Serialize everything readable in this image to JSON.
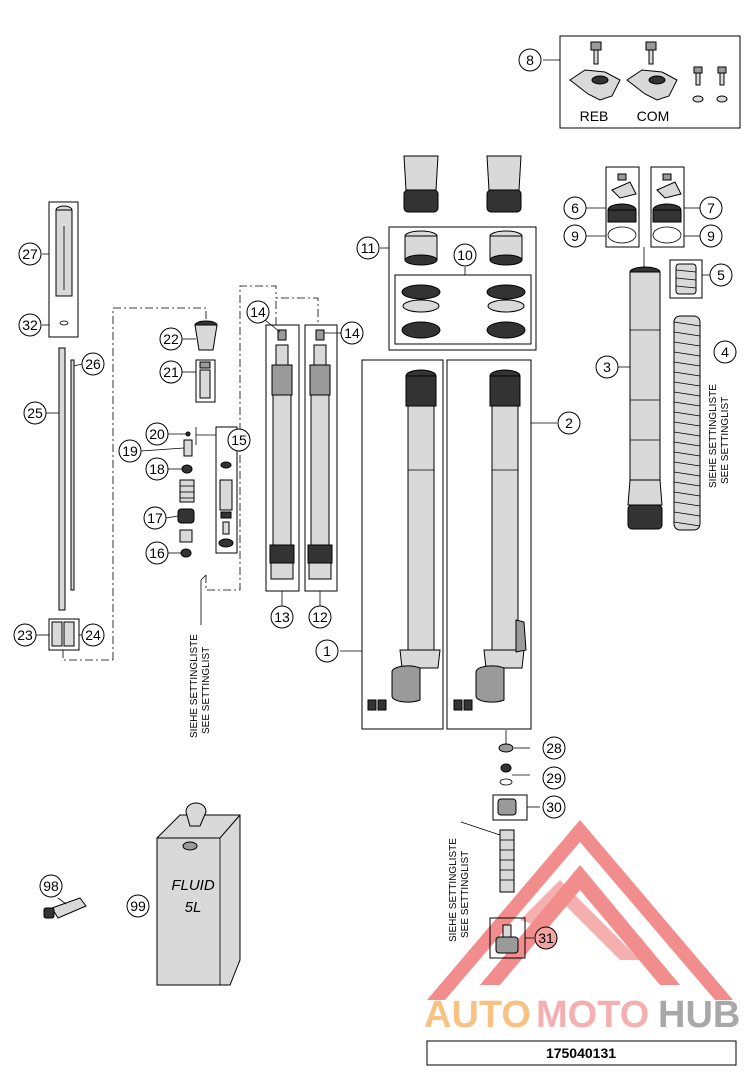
{
  "callouts": {
    "c1": "1",
    "c2": "2",
    "c3": "3",
    "c4": "4",
    "c5": "5",
    "c6": "6",
    "c7": "7",
    "c8": "8",
    "c9a": "9",
    "c9b": "9",
    "c10": "10",
    "c11": "11",
    "c12": "12",
    "c13": "13",
    "c14a": "14",
    "c14b": "14",
    "c15": "15",
    "c16": "16",
    "c17": "17",
    "c18": "18",
    "c19": "19",
    "c20": "20",
    "c21": "21",
    "c22": "22",
    "c23": "23",
    "c24": "24",
    "c25": "25",
    "c26": "26",
    "c27": "27",
    "c28": "28",
    "c29": "29",
    "c30": "30",
    "c31": "31",
    "c32": "32",
    "c98": "98",
    "c99": "99"
  },
  "labels": {
    "reb": "REB",
    "com": "COM",
    "siehe_right": "SIEHE SETTINGLISTE",
    "see_right": "SEE SETTINGLIST",
    "siehe_mid": "SIEHE SETTINGLISTE",
    "see_mid": "SEE SETTINGLIST",
    "siehe_bottom": "SIEHE SETTINGLISTE",
    "see_bottom": "SEE SETTINGLIST",
    "can_line1": "FLUID",
    "can_line2": "5L"
  },
  "watermark": {
    "auto": "AUTO",
    "moto": "MOTO",
    "hub": "HUB",
    "colors": {
      "triangle": "#f07a7a",
      "auto": "#f7b870",
      "moto": "#f3a3a3",
      "hub": "#9a9a9a"
    }
  },
  "footer": {
    "drawing_number": "175040131"
  }
}
